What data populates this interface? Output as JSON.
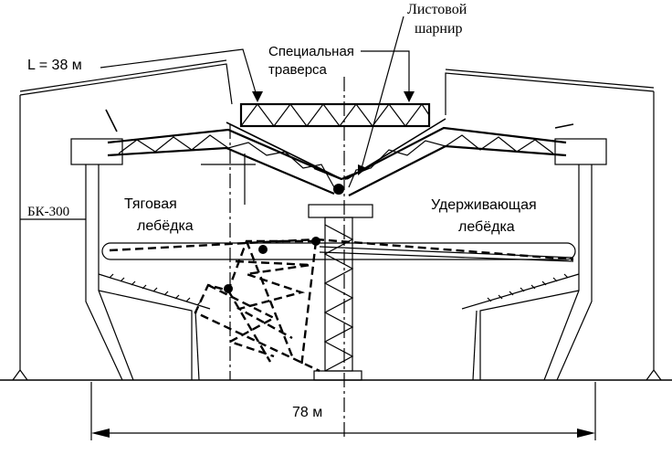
{
  "labels": {
    "span_length": "L = 38 м",
    "hinge_line1": "Листовой",
    "hinge_line2": "шарнир",
    "traverse_line1": "Специальная",
    "traverse_line2": "траверса",
    "crane": "БК-300",
    "pull_winch_line1": "Тяговая",
    "pull_winch_line2": "лебёдка",
    "hold_winch_line1": "Удерживающая",
    "hold_winch_line2": "лебёдка",
    "base_width": "78 м"
  }
}
